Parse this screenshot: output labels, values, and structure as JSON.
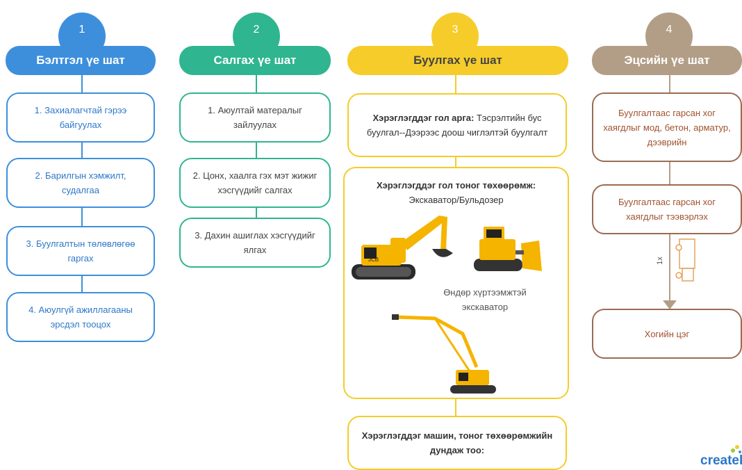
{
  "colors": {
    "blue": "#3d8fdc",
    "green": "#2fb58f",
    "yellow": "#f5cc2a",
    "brown": "#b29e86"
  },
  "columns": [
    {
      "number": "1",
      "title": "Бэлтгэл үе шат",
      "boxes": [
        "1. Захиалагчтай гэрээ байгуулах",
        "2. Барилгын хэмжилт, судалгаа",
        "3. Буулгалтын төлөвлөгөө гаргах",
        "4. Аюулгүй ажиллагааны эрсдэл тооцох"
      ]
    },
    {
      "number": "2",
      "title": "Салгах үе шат",
      "boxes": [
        "1. Аюултай матералыг зайлуулах",
        "2. Цонх, хаалга гэх мэт жижиг хэсгүүдийг салгах",
        "3. Дахин ашиглах хэсгүүдийг ялгах"
      ]
    },
    {
      "number": "3",
      "title": "Буулгах үе шат",
      "method_label": "Хэрэглэгддэг гол арга:",
      "method_text": "Тэсрэлтийн бус буулгал--Дээрээс доош чиглэлтэй буулгалт",
      "equipment_label": "Хэрэглэгддэг гол тоног төхөөрөмж:",
      "equipment_text": "Экскаватор/Бульдозер",
      "longreach_caption": "Өндөр хүртээмжтэй экскаватор",
      "count_label": "Хэрэглэгддэг машин, тоног төхөөрөмжийн дундаж тоо:"
    },
    {
      "number": "4",
      "title": "Эцсийн үе шат",
      "boxes": [
        "Буулгалтаас гарсан хог хаягдлыг мод, бетон, арматур, дээврийн",
        "Буулгалтаас гарсан хог хаягдлыг тээвэрлэх",
        "Хогийн цэг"
      ],
      "truck_label": "1x"
    }
  ],
  "brand": "creately"
}
